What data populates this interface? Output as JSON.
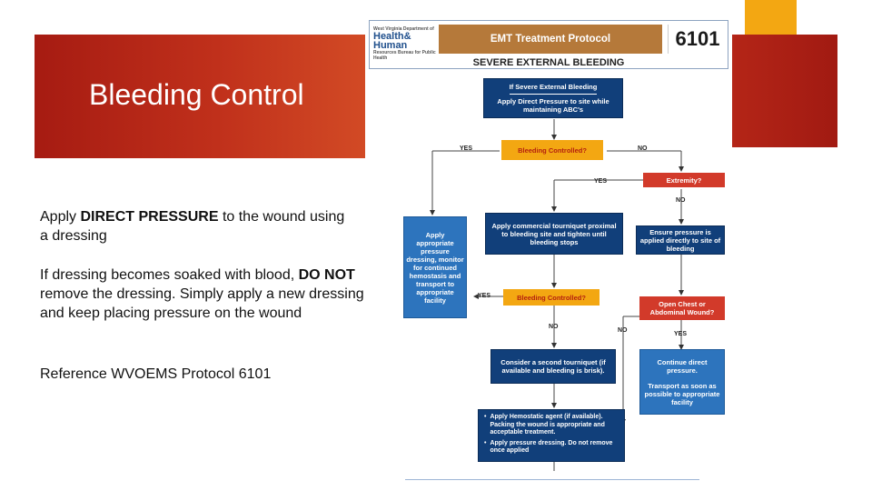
{
  "slide": {
    "title": "Bleeding Control",
    "para1_pre": "Apply ",
    "para1_bold": "DIRECT PRESSURE",
    "para1_post": " to the wound using a dressing",
    "para2_pre": "If dressing becomes soaked with blood, ",
    "para2_bold": "DO NOT",
    "para2_post": " remove the dressing. Simply apply a new dressing and keep placing pressure on the wound",
    "para3": "Reference WVOEMS Protocol 6101"
  },
  "protocol": {
    "logo_top": "West Virginia Department of",
    "logo_health": "Health",
    "logo_amp": "&",
    "logo_human": "Human",
    "logo_bottom": "Resources Bureau for Public Health",
    "header_title": "EMT Treatment Protocol",
    "number": "6101",
    "subtitle": "SEVERE EXTERNAL BLEEDING"
  },
  "flow": {
    "start_1": "If Severe External Bleeding",
    "start_2": "Apply Direct Pressure to site while maintaining ABC's",
    "controlled_1": "Bleeding Controlled?",
    "extremity": "Extremity?",
    "apply_pressure": "Apply appropriate pressure dressing, monitor for continued hemostasis and transport to appropriate facility",
    "tourniquet": "Apply commercial tourniquet proximal to bleeding site and tighten until bleeding stops",
    "ensure_pressure": "Ensure pressure is applied directly to site of bleeding",
    "controlled_2": "Bleeding Controlled?",
    "open_chest": "Open Chest or Abdominal Wound?",
    "second_tourniquet": "Consider a second tourniquet (if available and bleeding is brisk).",
    "continue_pressure_1": "Continue direct pressure.",
    "continue_pressure_2": "Transport as soon as possible to appropriate facility",
    "hemostatic_1": "Apply Hemostatic agent (if available). Packing the wound is appropriate and acceptable treatment.",
    "hemostatic_2": "Apply pressure dressing. Do not remove once applied",
    "bullet": "•",
    "yes": "YES",
    "no": "NO"
  },
  "colors": {
    "band_red": "#b42517",
    "accent_orange": "#f3a712",
    "flow_navy": "#113f7a",
    "flow_blue": "#2d74bd",
    "flow_red": "#d23a2a",
    "header_brown": "#b5793a"
  }
}
